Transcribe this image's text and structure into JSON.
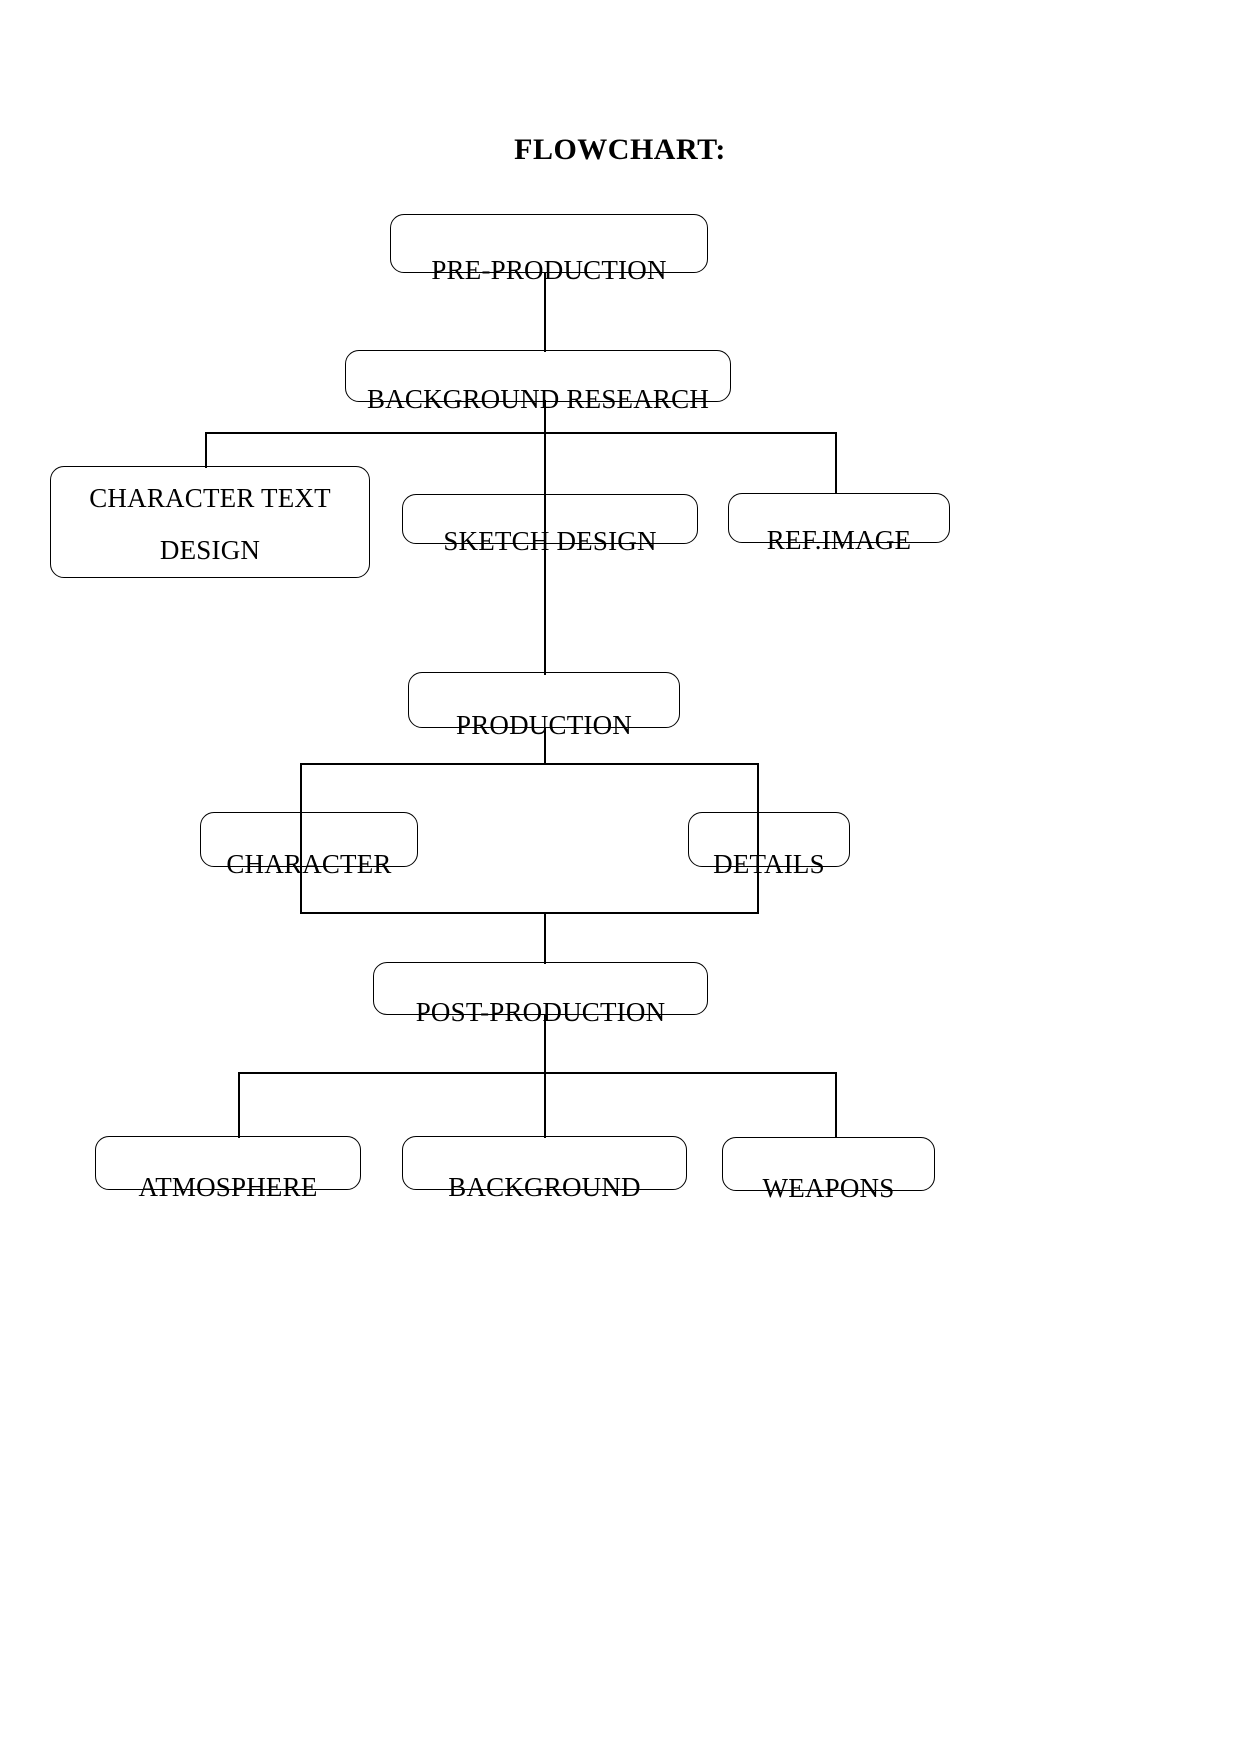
{
  "page": {
    "title": "FLOWCHART:",
    "background_color": "#ffffff",
    "line_color": "#000000",
    "text_color": "#000000"
  },
  "chart_data": {
    "type": "diagram",
    "diagram_kind": "flowchart",
    "title": "FLOWCHART:",
    "orientation": "top-to-bottom",
    "nodes": [
      {
        "id": "pre-production",
        "label": "PRE-PRODUCTION",
        "shape": "rounded-rectangle",
        "level": 0
      },
      {
        "id": "background-research",
        "label": "BACKGROUND RESEARCH",
        "shape": "rounded-rectangle",
        "level": 1
      },
      {
        "id": "character-text-design",
        "label_line1": "CHARACTER TEXT",
        "label_line2": "DESIGN",
        "label": "CHARACTER TEXT DESIGN",
        "shape": "rounded-rectangle",
        "level": 2
      },
      {
        "id": "sketch-design",
        "label": "SKETCH DESIGN",
        "shape": "rounded-rectangle",
        "level": 2
      },
      {
        "id": "ref-image",
        "label": "REF.IMAGE",
        "shape": "rounded-rectangle",
        "level": 2
      },
      {
        "id": "production",
        "label": "PRODUCTION",
        "shape": "rounded-rectangle",
        "level": 3
      },
      {
        "id": "character",
        "label": "CHARACTER",
        "shape": "rounded-rectangle",
        "level": 4
      },
      {
        "id": "details",
        "label": "DETAILS",
        "shape": "rounded-rectangle",
        "level": 4
      },
      {
        "id": "post-production",
        "label": "POST-PRODUCTION",
        "shape": "rounded-rectangle",
        "level": 5
      },
      {
        "id": "atmosphere",
        "label": "ATMOSPHERE",
        "shape": "rounded-rectangle",
        "level": 6
      },
      {
        "id": "background",
        "label": "BACKGROUND",
        "shape": "rounded-rectangle",
        "level": 6
      },
      {
        "id": "weapons",
        "label": "WEAPONS",
        "shape": "rounded-rectangle",
        "level": 6
      }
    ],
    "edges": [
      {
        "from": "pre-production",
        "to": "background-research"
      },
      {
        "from": "background-research",
        "to": "character-text-design"
      },
      {
        "from": "background-research",
        "to": "sketch-design"
      },
      {
        "from": "background-research",
        "to": "ref-image"
      },
      {
        "from": "sketch-design",
        "to": "production"
      },
      {
        "from": "production",
        "to": "character"
      },
      {
        "from": "production",
        "to": "details"
      },
      {
        "from": "character",
        "to": "post-production"
      },
      {
        "from": "details",
        "to": "post-production"
      },
      {
        "from": "post-production",
        "to": "atmosphere"
      },
      {
        "from": "post-production",
        "to": "background"
      },
      {
        "from": "post-production",
        "to": "weapons"
      }
    ]
  }
}
